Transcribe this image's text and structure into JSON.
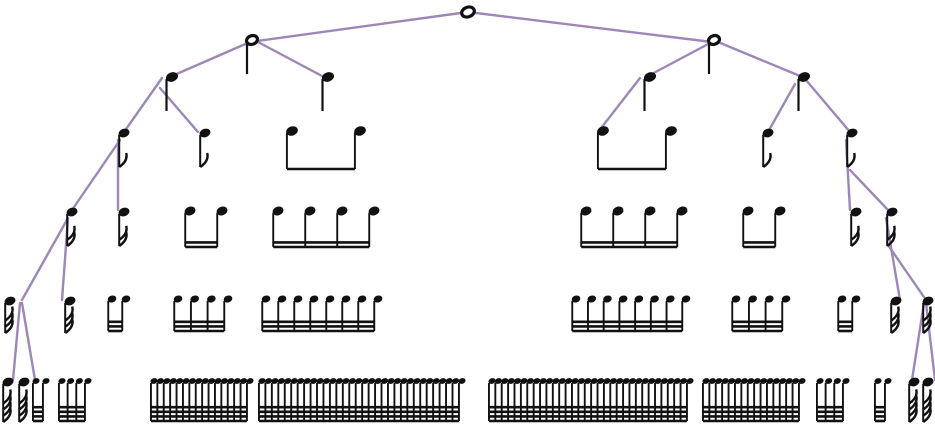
{
  "diagram": {
    "colors": {
      "connector": "#9d86b8",
      "ink": "#111111",
      "background": "#ffffff"
    },
    "row_glyphs": [
      {
        "name": "whole-note",
        "notes": 1
      },
      {
        "name": "half-note",
        "notes": 1
      },
      {
        "name": "quarter-note",
        "notes": 1
      },
      {
        "name": "eighth-note",
        "notes": 1
      },
      {
        "name": "sixteenth-note",
        "notes": 1
      },
      {
        "name": "thirty-second-note",
        "notes": 1
      },
      {
        "name": "sixty-fourth-note",
        "notes": 1
      }
    ]
  }
}
